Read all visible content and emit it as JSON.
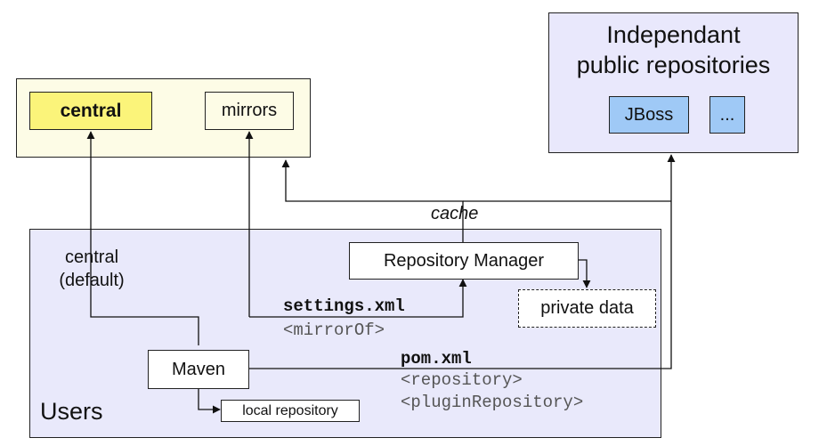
{
  "colors": {
    "background": "#ffffff",
    "upstream_region_fill": "#fdfce6",
    "central_fill": "#fbf47a",
    "public_repos_fill": "#e9e8fc",
    "repo_badge_fill": "#9fc9f6",
    "users_region_fill": "#e9e9fb",
    "box_fill": "#ffffff",
    "line": "#111111",
    "code_gray": "#555555"
  },
  "upstream": {
    "central_label": "central",
    "mirrors_label": "mirrors"
  },
  "public_repositories": {
    "title_line1": "Independant",
    "title_line2": "public repositories",
    "badges": [
      "JBoss",
      "..."
    ]
  },
  "users": {
    "region_label": "Users",
    "central_default_line1": "central",
    "central_default_line2": "(default)",
    "repository_manager_label": "Repository Manager",
    "private_data_label": "private data",
    "maven_label": "Maven",
    "local_repository_label": "local repository"
  },
  "labels": {
    "cache": "cache",
    "settings_xml": "settings.xml",
    "mirror_of": "<mirrorOf>",
    "pom_xml": "pom.xml",
    "repository_tag": "<repository>",
    "plugin_repository_tag": "<pluginRepository>"
  },
  "icons": [
    "arrowhead-icon"
  ]
}
